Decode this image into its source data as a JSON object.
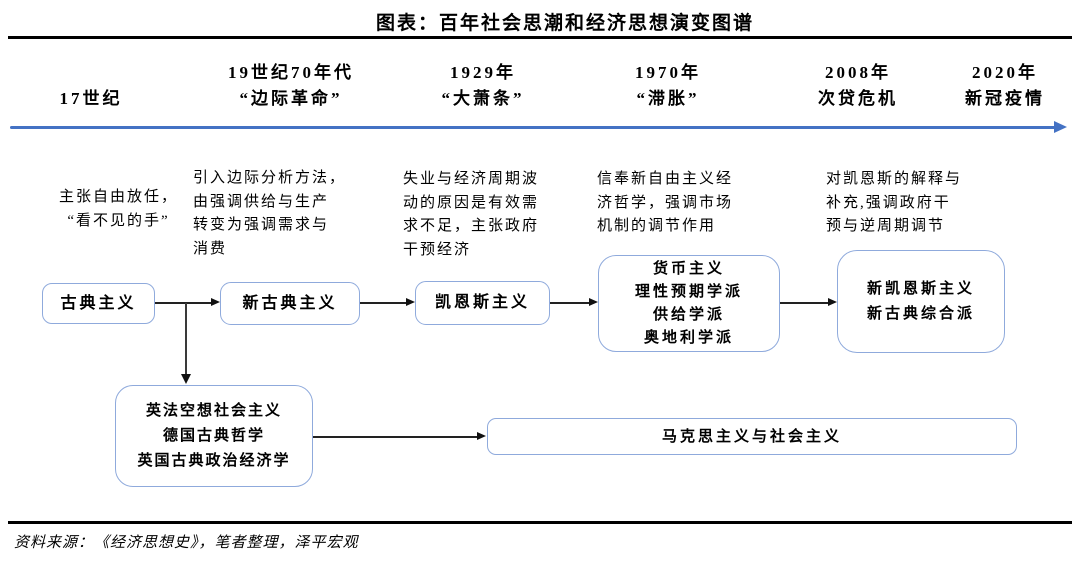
{
  "title": "图表：百年社会思潮和经济思想演变图谱",
  "timeline": {
    "periods": [
      {
        "lines": [
          "17世纪"
        ]
      },
      {
        "lines": [
          "19世纪70年代",
          "“边际革命”"
        ]
      },
      {
        "lines": [
          "1929年",
          "“大萧条”"
        ]
      },
      {
        "lines": [
          "1970年",
          "“滞胀”"
        ]
      },
      {
        "lines": [
          "2008年",
          "次贷危机"
        ]
      },
      {
        "lines": [
          "2020年",
          "新冠疫情"
        ]
      }
    ]
  },
  "descriptions": [
    {
      "lines": [
        "主张自由放任，",
        "“看不见的手”"
      ]
    },
    {
      "lines": [
        "引入边际分析方法，",
        "由强调供给与生产",
        "转变为强调需求与",
        "消费"
      ]
    },
    {
      "lines": [
        "失业与经济周期波",
        "动的原因是有效需",
        "求不足，主张政府",
        "干预经济"
      ]
    },
    {
      "lines": [
        "信奉新自由主义经",
        "济哲学，强调市场",
        "机制的调节作用"
      ]
    },
    {
      "lines": [
        "对凯恩斯的解释与",
        "补充,强调政府干",
        "预与逆周期调节"
      ]
    }
  ],
  "boxes": [
    {
      "id": "classicism",
      "lines": [
        "古典主义"
      ]
    },
    {
      "id": "neoclassicism",
      "lines": [
        "新古典主义"
      ]
    },
    {
      "id": "keynesianism",
      "lines": [
        "凯恩斯主义"
      ]
    },
    {
      "id": "post-1970-schools",
      "lines": [
        "货币主义",
        "理性预期学派",
        "供给学派",
        "奥地利学派"
      ]
    },
    {
      "id": "new-keynesianism",
      "lines": [
        "新凯恩斯主义",
        "新古典综合派"
      ]
    },
    {
      "id": "socialism-origins",
      "lines": [
        "英法空想社会主义",
        "德国古典哲学",
        "英国古典政治经济学"
      ]
    },
    {
      "id": "marxism",
      "lines": [
        "马克思主义与社会主义"
      ]
    }
  ],
  "source_note": "资料来源：《经济思想史》，笔者整理，泽平宏观",
  "colors": {
    "timeline_arrow": "#4472c4",
    "box_border": "#8faadc",
    "connector": "#1a1a1a",
    "text": "#000000"
  }
}
